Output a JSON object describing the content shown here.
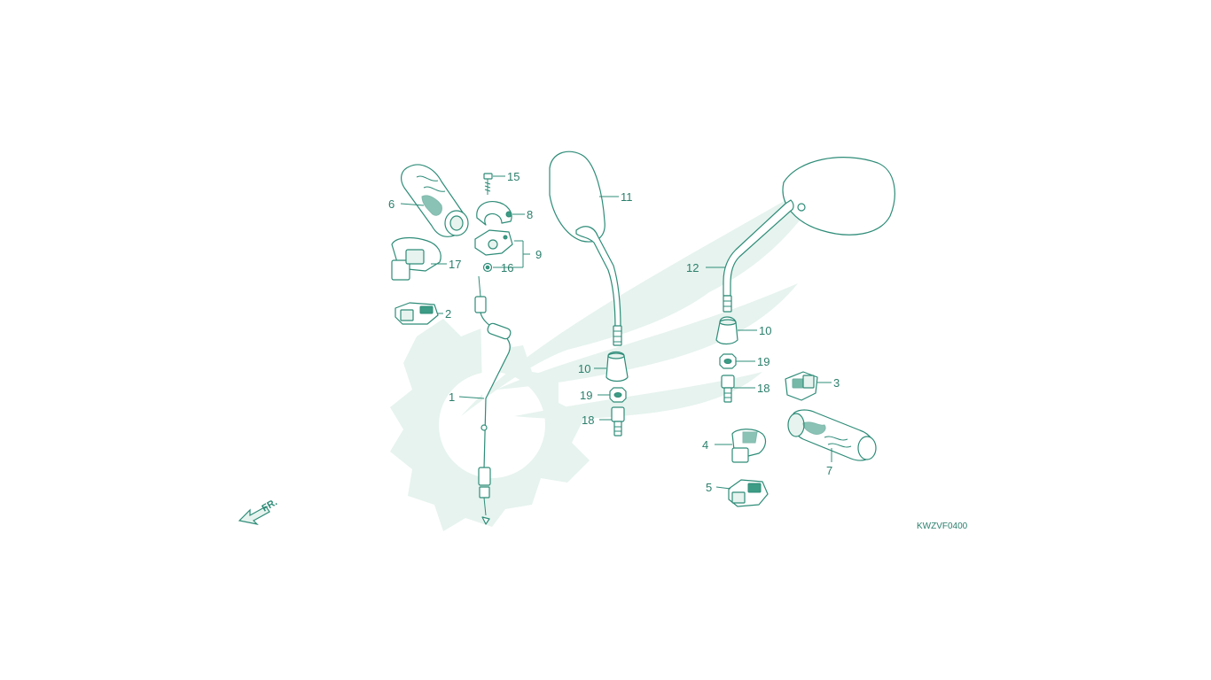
{
  "diagram": {
    "part_code": "KWZVF0400",
    "direction_label": "FR.",
    "callouts": {
      "c1": "1",
      "c2": "2",
      "c3": "3",
      "c4": "4",
      "c5": "5",
      "c6": "6",
      "c7": "7",
      "c8": "8",
      "c9": "9",
      "c10a": "10",
      "c10b": "10",
      "c11": "11",
      "c12": "12",
      "c15": "15",
      "c16": "16",
      "c17": "17",
      "c18a": "18",
      "c18b": "18",
      "c19a": "19",
      "c19b": "19"
    },
    "colors": {
      "line": "#2e8c78",
      "watermark": "#e6f3ee"
    }
  }
}
